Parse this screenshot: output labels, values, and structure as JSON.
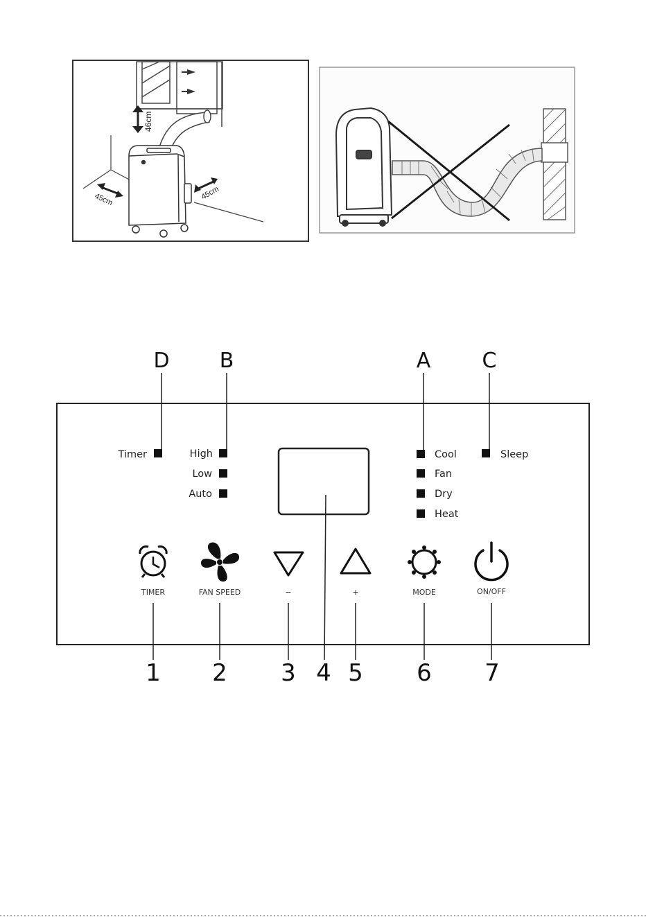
{
  "figure1": {
    "dim_top": "46cm",
    "dim_left": "45cm",
    "dim_right": "45cm"
  },
  "panel": {
    "callout_letters": {
      "D": "D",
      "B": "B",
      "A": "A",
      "C": "C"
    },
    "timer_indicator": "Timer",
    "fan_indicators": [
      "High",
      "Low",
      "Auto"
    ],
    "mode_indicators": [
      "Cool",
      "Fan",
      "Dry",
      "Heat"
    ],
    "sleep_indicator": "Sleep",
    "buttons": [
      {
        "label": "TIMER",
        "icon": "alarm-clock-icon",
        "number": "1"
      },
      {
        "label": "FAN SPEED",
        "icon": "fan-icon",
        "number": "2"
      },
      {
        "label": "−",
        "icon": "triangle-down-icon",
        "number": "3"
      },
      {
        "label": "+",
        "icon": "triangle-up-icon",
        "number": "5"
      },
      {
        "label": "MODE",
        "icon": "sun-icon",
        "number": "6"
      },
      {
        "label": "ON/OFF",
        "icon": "power-icon",
        "number": "7"
      }
    ],
    "display_number": "4"
  }
}
